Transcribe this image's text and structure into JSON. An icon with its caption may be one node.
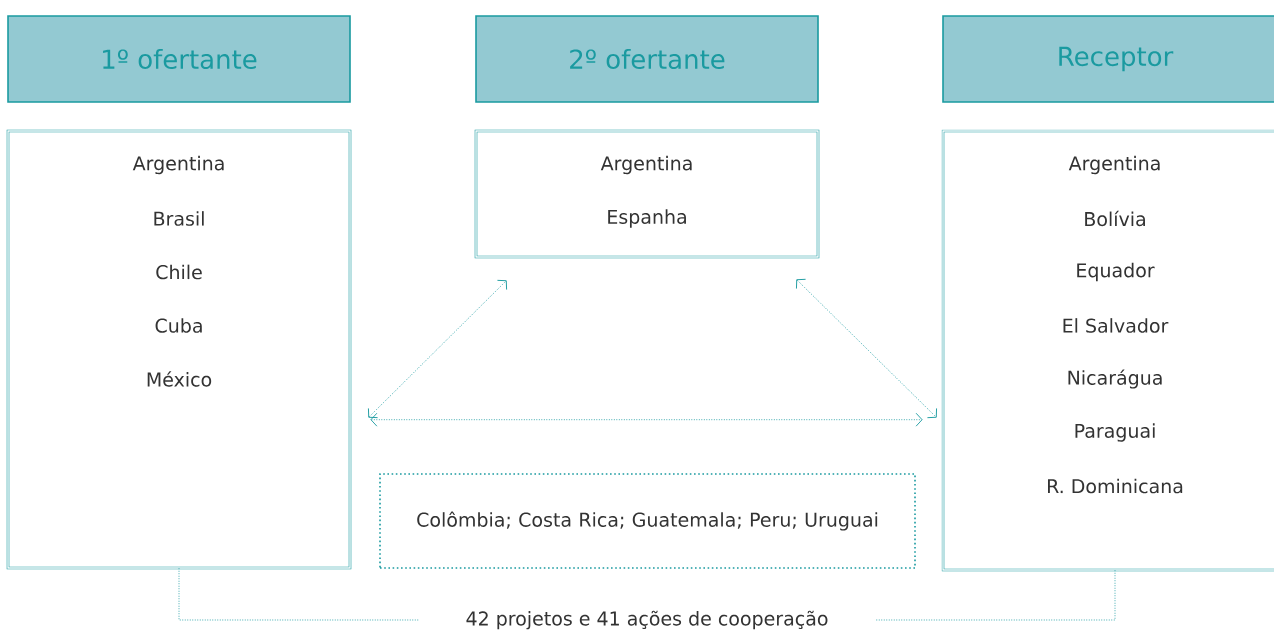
{
  "diagram": {
    "nodes": [
      {
        "text": [
          "1º ofertante"
        ]
      },
      {
        "text": [
          "2º ofertante"
        ]
      },
      {
        "text": [
          "Receptor"
        ]
      },
      {
        "text": [
          "Argentina",
          "Brasil",
          "Chile",
          "Cuba",
          "México"
        ]
      },
      {
        "text": [
          "Argentina",
          "Espanha"
        ]
      },
      {
        "text": [
          "Argentina",
          "Bolívia",
          "Equador",
          "El Salvador",
          "Nicarágua",
          "Paraguai",
          "R. Dominicana"
        ]
      },
      {
        "text": [
          "Colômbia; Costa Rica; Guatemala; Peru; Uruguai"
        ]
      },
      {
        "text": [
          "42 projetos e 41 ações de cooperação"
        ]
      }
    ],
    "edges": [
      {
        "from": 3,
        "to": 4,
        "arrow": "both"
      },
      {
        "from": 4,
        "to": 5,
        "arrow": "both"
      },
      {
        "from": 3,
        "to": 5,
        "arrow": "both"
      },
      {
        "from": 3,
        "to": 7,
        "arrow": "none"
      },
      {
        "from": 5,
        "to": 7,
        "arrow": "none"
      }
    ]
  }
}
